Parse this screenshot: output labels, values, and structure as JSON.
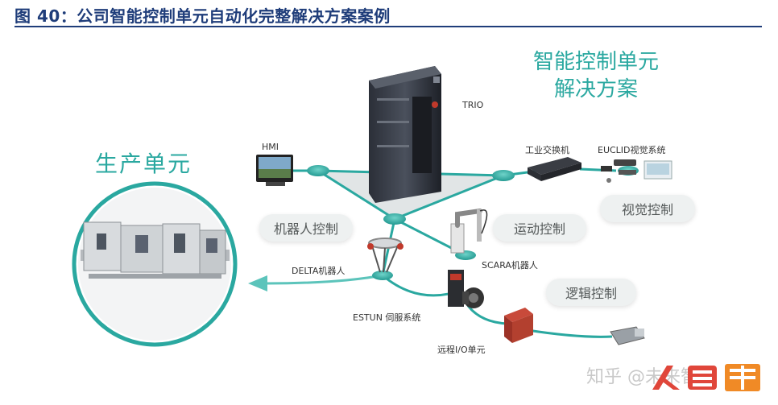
{
  "figure_title": "图 40：公司智能控制单元自动化完整解决方案案例",
  "solution_title": [
    "智能控制单元",
    "解决方案"
  ],
  "production_title": "生产单元",
  "devices": {
    "trio": "TRIO",
    "hmi": "HMI",
    "switch": "工业交换机",
    "euclid": "EUCLID视觉系统",
    "delta": "DELTA机器人",
    "scara": "SCARA机器人",
    "estun": "ESTUN 伺服系统",
    "remote_io": "远程I/O单元"
  },
  "pills": {
    "robot": "机器人控制",
    "motion": "运动控制",
    "vision": "视觉控制",
    "logic": "逻辑控制"
  },
  "watermark": "知乎 @未来智库",
  "colors": {
    "accent": "#2aa8a0",
    "title": "#1f3d7a"
  }
}
